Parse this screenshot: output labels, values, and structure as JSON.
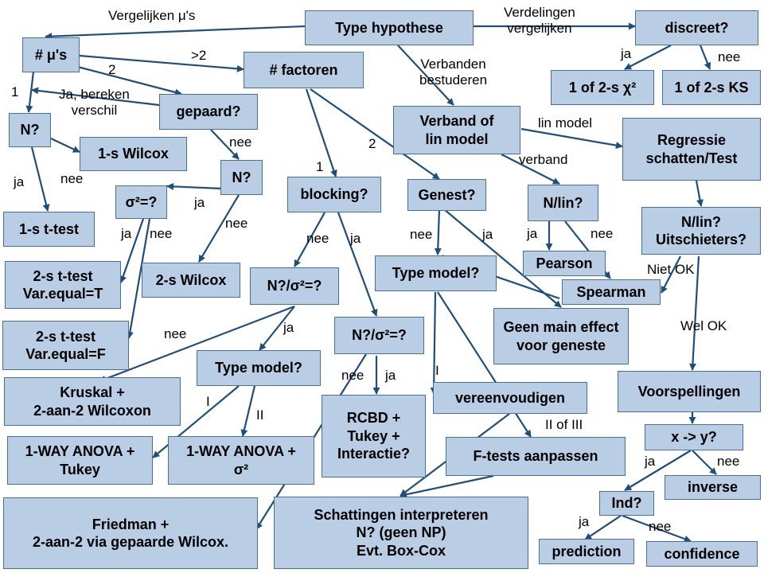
{
  "nodes": {
    "type_hypothese": "Type hypothese",
    "discreet": "discreet?",
    "chi2": "1 of 2-s χ²",
    "ks": "1 of 2-s KS",
    "n_mus": "# μ's",
    "factoren": "# factoren",
    "gepaard": "gepaard?",
    "verband_lin": "Verband of\nlin model",
    "regressie": "Regressie\nschatten/Test",
    "n_q1": "N?",
    "wilcox1": "1-s Wilcox",
    "n_q2": "N?",
    "sigma_eq": "σ²=?",
    "blocking": "blocking?",
    "genest": "Genest?",
    "nlin": "N/lin?",
    "nlin_outliers": "N/lin?\nUitschieters?",
    "ttest1": "1-s t-test",
    "type_model_r": "Type model?",
    "pearson": "Pearson",
    "spearman": "Spearman",
    "ttest2_t": "2-s t-test\nVar.equal=T",
    "wilcox2": "2-s Wilcox",
    "n_sigma1": "N?/σ²=?",
    "geen_main": "Geen main effect\nvoor geneste",
    "ttest2_f": "2-s t-test\nVar.equal=F",
    "n_sigma2": "N?/σ²=?",
    "type_model_m": "Type model?",
    "kruskal": "Kruskal +\n2-aan-2 Wilcoxon",
    "voorspellingen": "Voorspellingen",
    "vereenvoudigen": "vereenvoudigen",
    "rcbd": "RCBD +\nTukey +\nInteractie?",
    "anova_tukey": "1-WAY ANOVA +\nTukey",
    "anova_sigma": "1-WAY ANOVA +\nσ²",
    "xy": "x -> y?",
    "ftests": "F-tests aanpassen",
    "inverse": "inverse",
    "friedman": "Friedman +\n2-aan-2 via gepaarde Wilcox.",
    "schattingen": "Schattingen interpreteren\nN? (geen NP)\nEvt. Box-Cox",
    "ind": "Ind?",
    "prediction": "prediction",
    "confidence": "confidence"
  },
  "labels": {
    "vergelijken_mus": "Vergelijken μ's",
    "verdelingen": "Verdelingen\nvergelijken",
    "ja_discreet": "ja",
    "nee_discreet": "nee",
    "verbanden": "Verbanden\nbestuderen",
    "gt2": ">2",
    "two": "2",
    "one": "1",
    "ja_bereken": "Ja, bereken\nverschil",
    "lin_model": "lin model",
    "nee_gepaard": "nee",
    "ja_n1": "ja",
    "nee_n1": "nee",
    "factor_2": "2",
    "factor_1": "1",
    "verband": "verband",
    "ja_n2": "ja",
    "nee_n2": "nee",
    "ja_sigma": "ja",
    "nee_sigma": "nee",
    "nee_blocking": "nee",
    "ja_blocking": "ja",
    "nee_genest": "nee",
    "ja_genest": "ja",
    "ja_nlin": "ja",
    "nee_nlin": "nee",
    "niet_ok": "Niet OK",
    "wel_ok": "Wel OK",
    "nee_ns1": "nee",
    "ja_ns1": "ja",
    "nee_ns2": "nee",
    "ja_ns2": "ja",
    "i_r": "I",
    "i_m": "I",
    "ii_m": "II",
    "ii_of_iii": "II of III",
    "ja_xy": "ja",
    "nee_xy": "nee",
    "ja_ind": "ja",
    "nee_ind": "nee"
  },
  "colors": {
    "node_fill": "#b9cde5",
    "node_border": "#4a6f95",
    "line": "#1f4e79"
  }
}
